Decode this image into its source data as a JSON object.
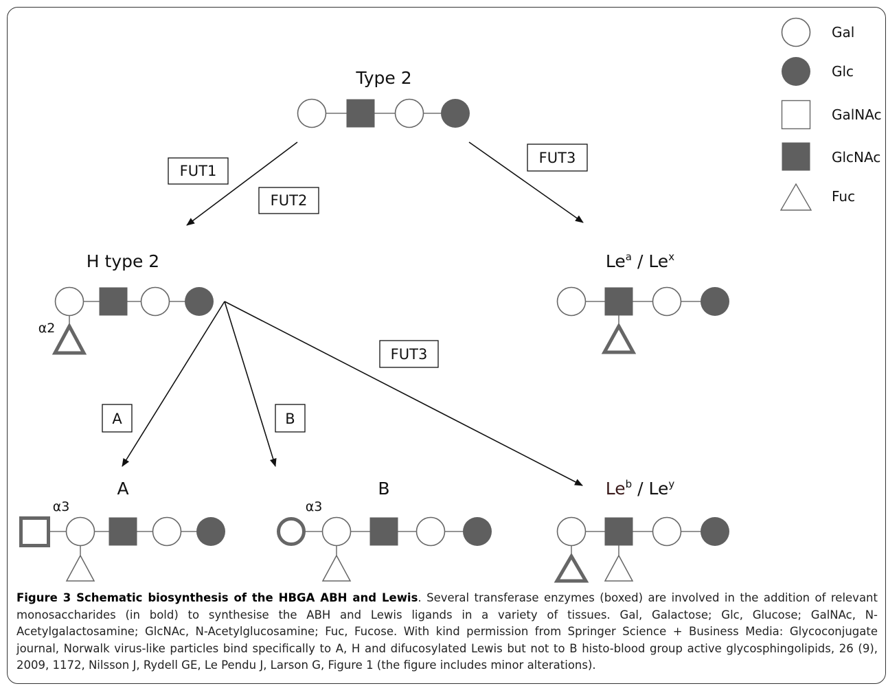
{
  "labels": {
    "type2": "Type 2",
    "htype2": "H type 2",
    "a": "A",
    "b": "B",
    "lea_base": "Le",
    "lea_sup1": "a",
    "lea_sep": " / Le",
    "lea_sup2": "x",
    "leb_base": "Le",
    "leb_sup1": "b",
    "leb_sep": " / Le",
    "leb_sup2": "y"
  },
  "enzymes": {
    "fut1": "FUT1",
    "fut2": "FUT2",
    "fut3_top": "FUT3",
    "fut3_mid": "FUT3",
    "a": "A",
    "b": "B"
  },
  "linkages": {
    "alpha2": "α2",
    "alpha3_a": "α3",
    "alpha3_b": "α3"
  },
  "legend": {
    "gal": "Gal",
    "glc": "Glc",
    "galnac": "GalNAc",
    "glcnac": "GlcNAc",
    "fuc": "Fuc"
  },
  "colors": {
    "filled": "#5f5f5f",
    "outline": "#666666",
    "arrow": "#111111"
  },
  "caption": {
    "title": "Figure 3 Schematic biosynthesis of the HBGA ABH and Lewis",
    "body": ". Several transferase enzymes (boxed) are involved in the addition of relevant monosaccharides (in bold) to synthesise the ABH and Lewis ligands in a variety of tissues. Gal, Galactose; Glc, Glucose; GalNAc, N-Acetylgalactosamine; GlcNAc, N-Acetylglucosamine; Fuc, Fucose. With kind permission from Springer Science + Business Media: Glycoconjugate journal, Norwalk virus-like particles bind specifically to A, H and difucosylated Lewis but not to B histo-blood group active glycosphingolipids, 26 (9), 2009, 1172, Nilsson J, Rydell GE, Le Pendu J, Larson G, Figure 1 (the figure includes minor alterations)."
  }
}
